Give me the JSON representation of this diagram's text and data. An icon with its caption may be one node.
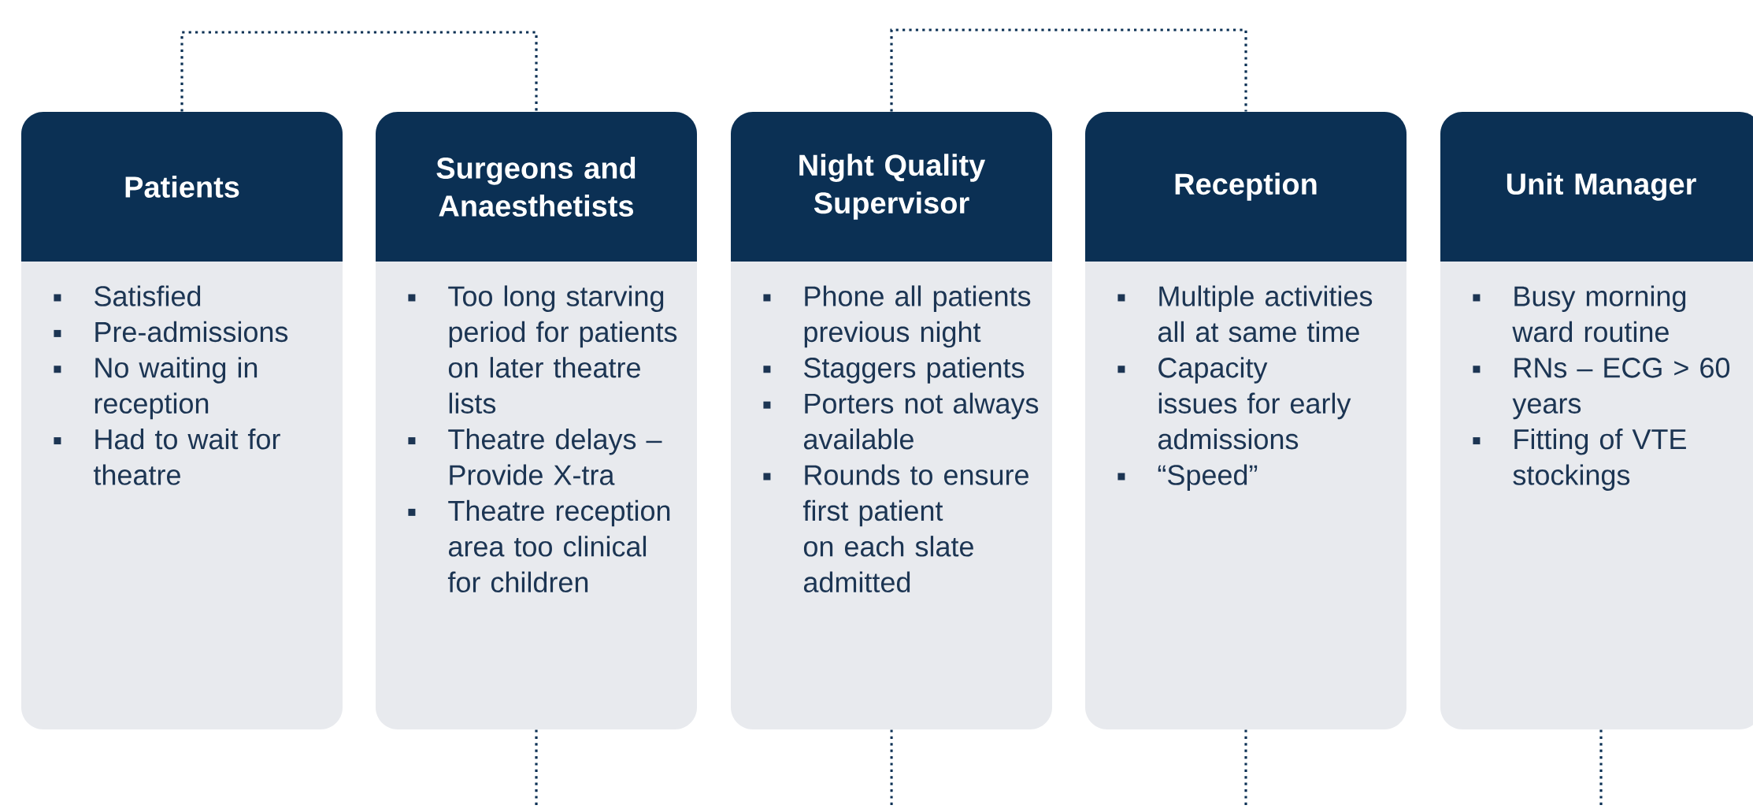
{
  "diagram": {
    "nodes": [
      {
        "text": [
          "Patients",
          "Satisfied",
          "Pre-admissions",
          "No waiting in reception",
          "Had to wait for theatre"
        ]
      },
      {
        "text": [
          "Surgeons and Anaesthetists",
          "Too long starving period for patients on later theatre lists",
          "Theatre delays – Provide X-tra",
          "Theatre reception area too clinical for children"
        ]
      },
      {
        "text": [
          "Night Quality Supervisor",
          "Phone all patients previous night",
          "Staggers patients",
          "Porters not always available",
          "Rounds to ensure first patient on each slate admitted"
        ]
      },
      {
        "text": [
          "Reception",
          "Multiple activities all at same time",
          "Capacity issues for early admissions",
          "“Speed”"
        ]
      },
      {
        "text": [
          "Unit Manager",
          "Busy morning ward routine",
          "RNs – ECG > 60 years",
          "Fitting of VTE stockings"
        ]
      }
    ],
    "edges": [
      {
        "from": 0,
        "to": 1,
        "arrow": "none"
      },
      {
        "from": 2,
        "to": 3,
        "arrow": "none"
      },
      {
        "from": 1,
        "to": null,
        "arrow": "none"
      },
      {
        "from": 2,
        "to": null,
        "arrow": "none"
      },
      {
        "from": 3,
        "to": null,
        "arrow": "none"
      },
      {
        "from": 4,
        "to": null,
        "arrow": "none"
      }
    ]
  }
}
